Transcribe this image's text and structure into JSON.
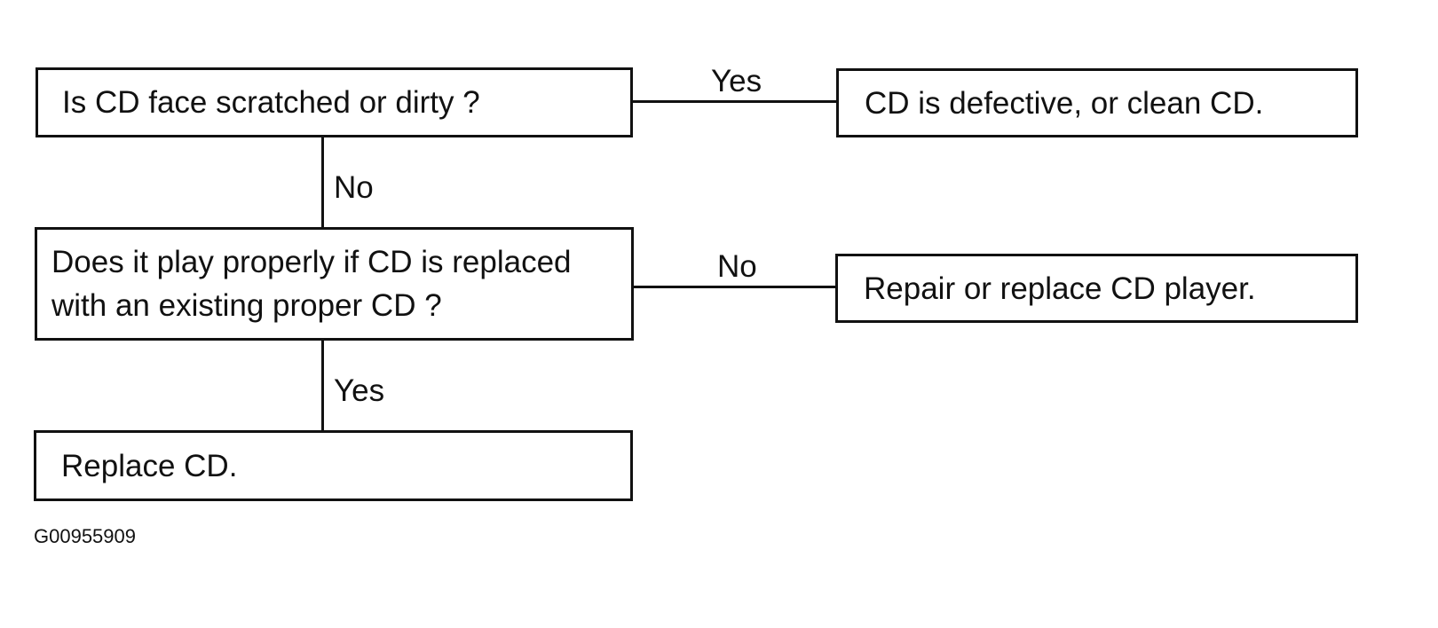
{
  "nodes": {
    "q1": "Is CD face scratched or dirty ?",
    "r1": "CD is defective, or clean CD.",
    "q2_line1": "Does it play properly if CD is replaced",
    "q2_line2": "with an existing proper CD ?",
    "r2": "Repair or replace CD player.",
    "r3": "Replace CD."
  },
  "edges": {
    "q1_to_r1": "Yes",
    "q1_to_q2": "No",
    "q2_to_r2": "No",
    "q2_to_r3": "Yes"
  },
  "figure_id": "G00955909"
}
